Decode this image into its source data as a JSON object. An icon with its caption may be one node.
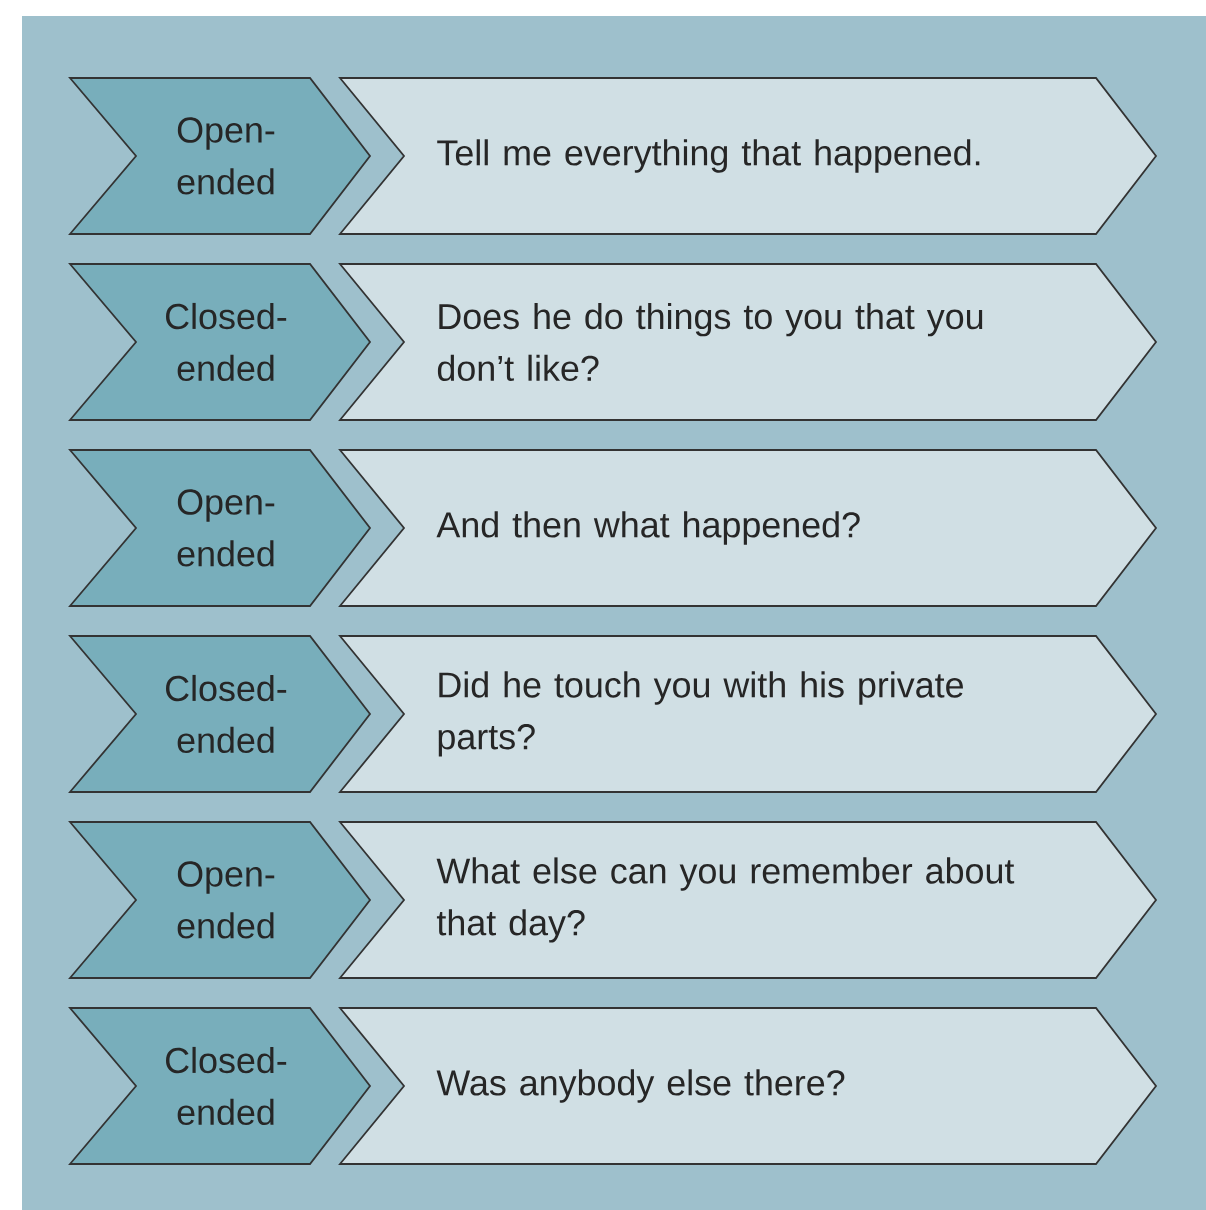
{
  "diagram": {
    "nodes": [
      {
        "text": [
          "Open-ended"
        ]
      },
      {
        "text": [
          "Tell me everything that happened."
        ]
      },
      {
        "text": [
          "Closed-ended"
        ]
      },
      {
        "text": [
          "Does he do things to you that you don’t like?"
        ]
      },
      {
        "text": [
          "Open-ended"
        ]
      },
      {
        "text": [
          "And then what happened?"
        ]
      },
      {
        "text": [
          "Closed-ended"
        ]
      },
      {
        "text": [
          "Did he touch you with his private parts?"
        ]
      },
      {
        "text": [
          "Open-ended"
        ]
      },
      {
        "text": [
          "What else can you remember about that day?"
        ]
      },
      {
        "text": [
          "Closed-ended"
        ]
      },
      {
        "text": [
          "Was anybody else there?"
        ]
      }
    ]
  }
}
